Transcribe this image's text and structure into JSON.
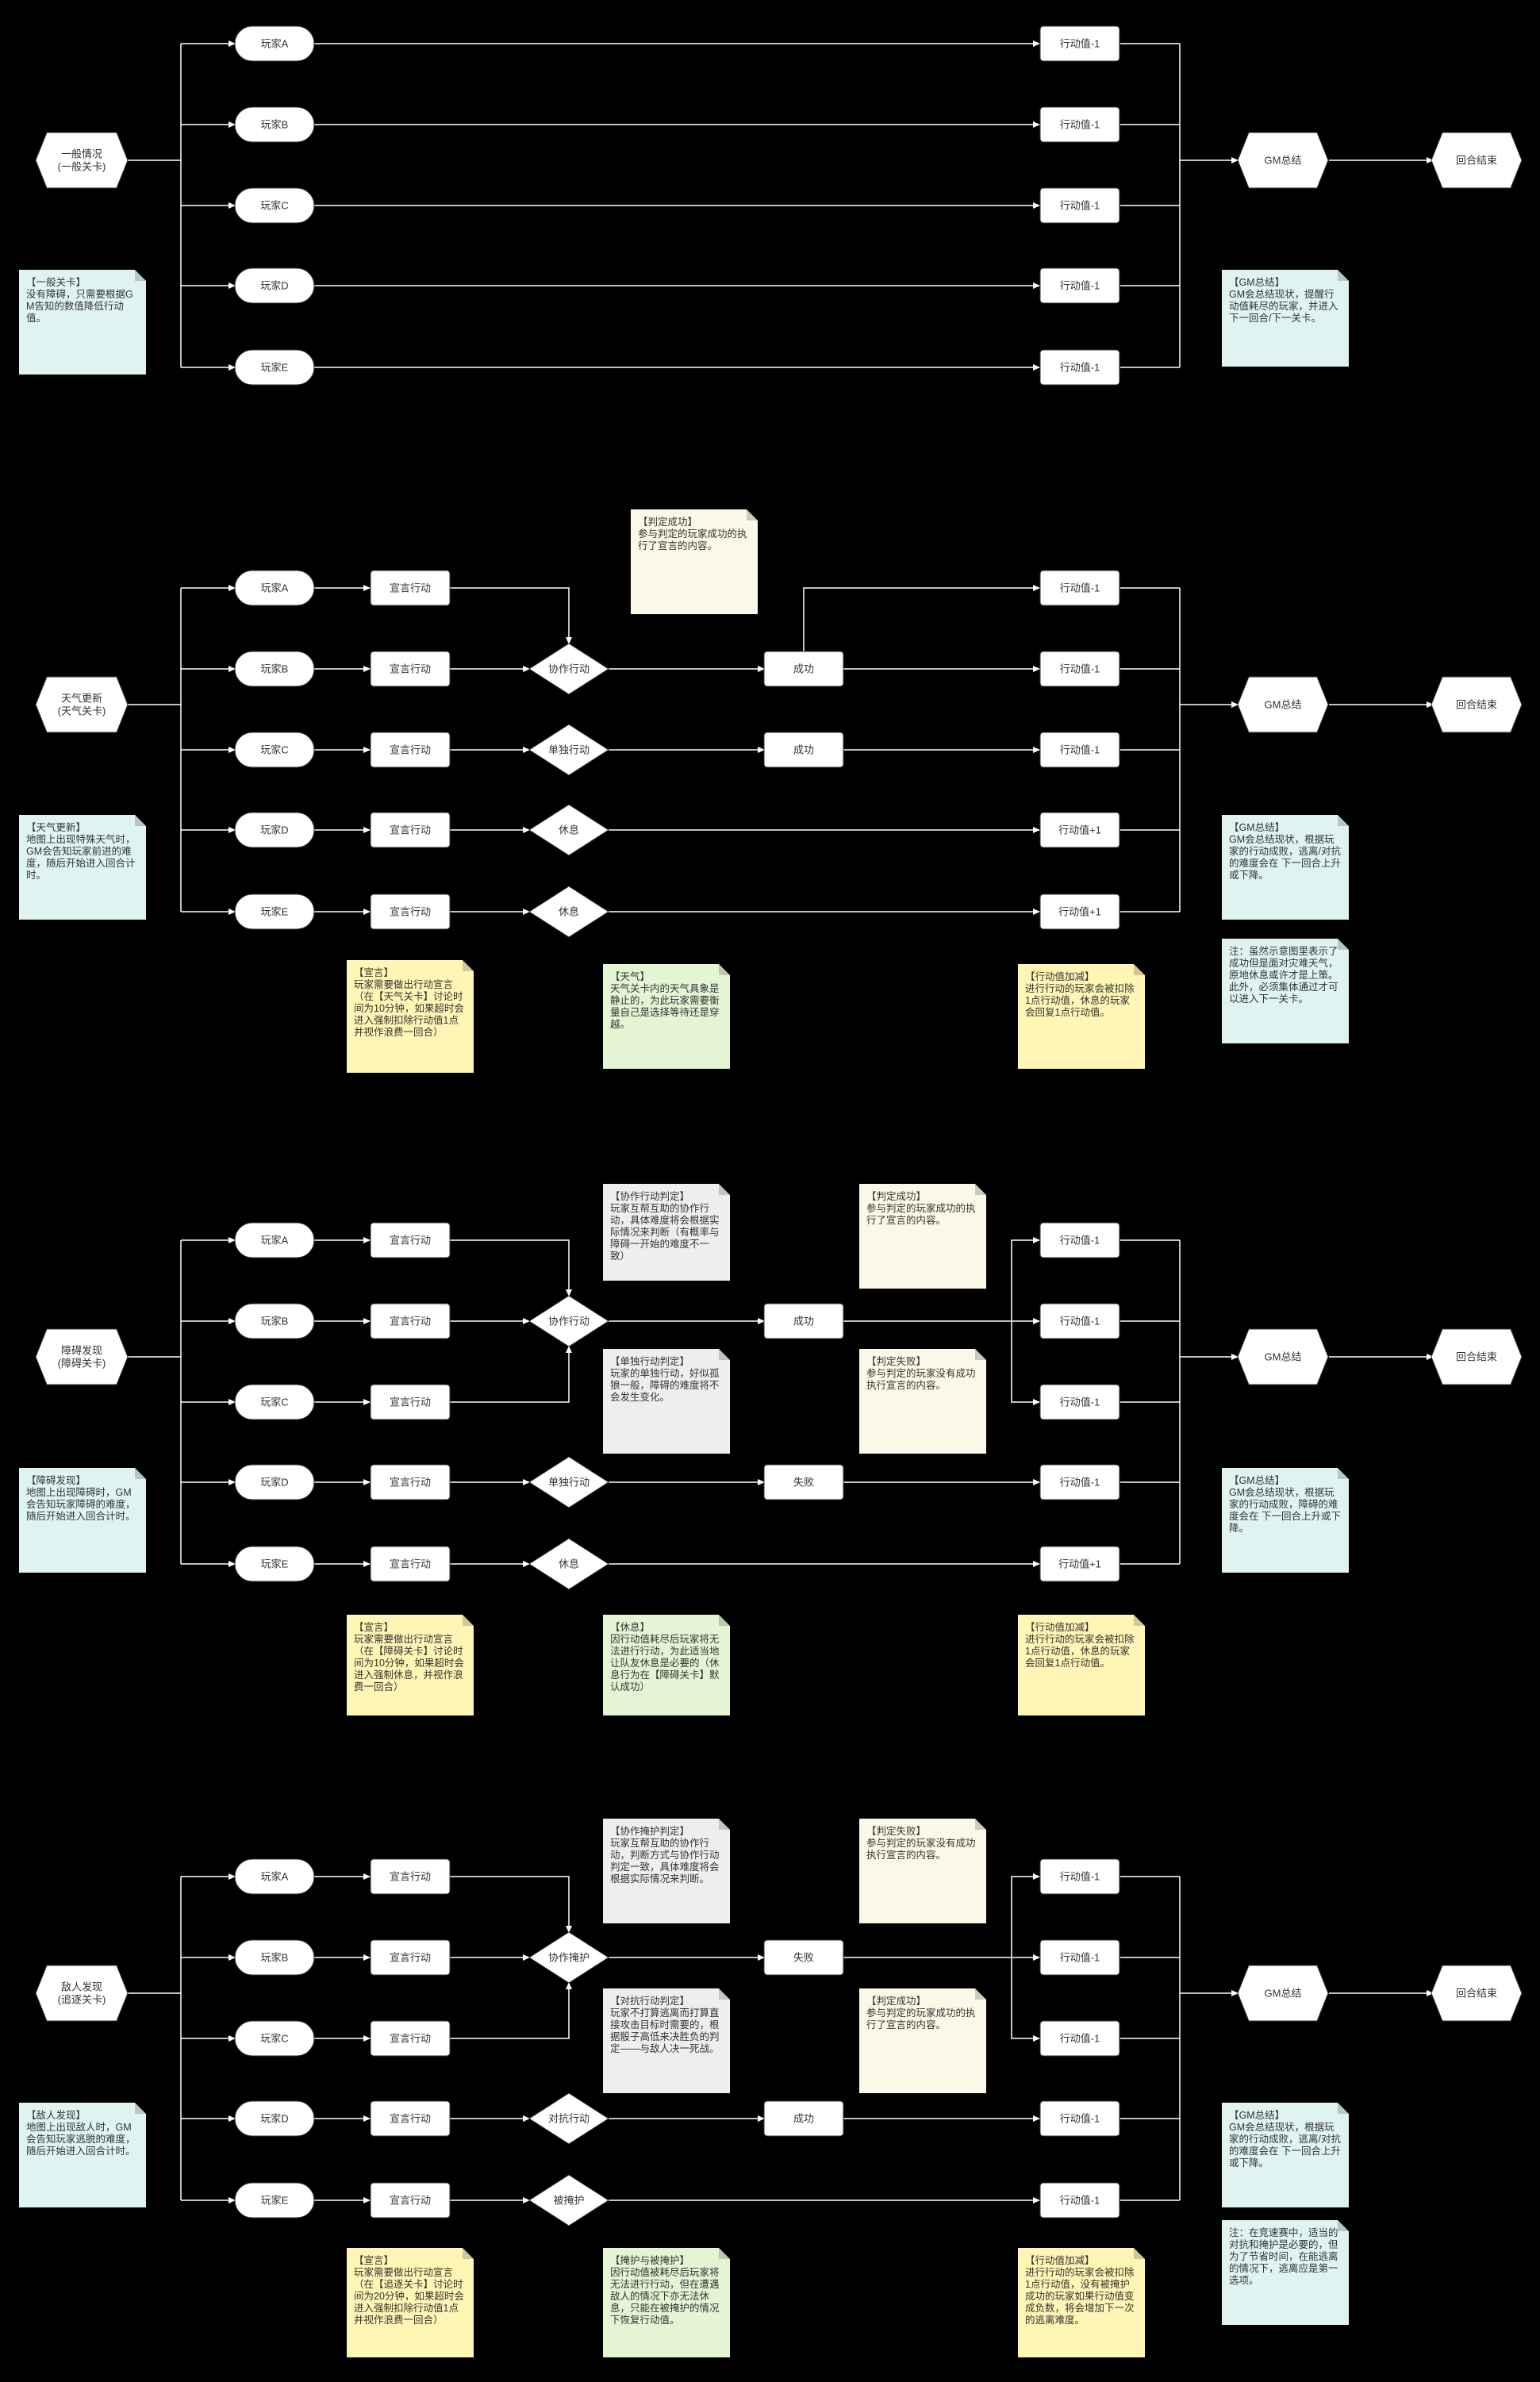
{
  "sections": [
    {
      "start": {
        "label": "一般情况\n(一般关卡)"
      },
      "players": [
        "玩家A",
        "玩家B",
        "玩家C",
        "玩家D",
        "玩家E"
      ],
      "declares": [],
      "actions": [],
      "results": [],
      "values": [
        "行动值-1",
        "行动值-1",
        "行动值-1",
        "行动值-1",
        "行动值-1"
      ],
      "gm": "GM总结",
      "end": "回合结束",
      "notes": [
        {
          "text": "【一般关卡】\n没有障碍，只需要根据GM告知的数值降低行动值。",
          "color": "blue"
        },
        {
          "text": "【GM总结】\nGM会总结现状，提醒行动值耗尽的玩家，并进入下一回合/下一关卡。",
          "color": "blue"
        }
      ]
    },
    {
      "start": {
        "label": "天气更新\n(天气关卡)"
      },
      "players": [
        "玩家A",
        "玩家B",
        "玩家C",
        "玩家D",
        "玩家E"
      ],
      "declares": [
        "宣言行动",
        "宣言行动",
        "宣言行动",
        "宣言行动",
        "宣言行动"
      ],
      "actions": [
        "协作行动",
        "单独行动",
        "休息",
        "休息"
      ],
      "results": [
        "成功",
        "成功"
      ],
      "values": [
        "行动值-1",
        "行动值-1",
        "行动值-1",
        "行动值+1",
        "行动值+1"
      ],
      "gm": "GM总结",
      "end": "回合结束",
      "notes": [
        {
          "text": "【判定成功】\n参与判定的玩家成功的执行了宣言的内容。",
          "color": "cream"
        },
        {
          "text": "【天气更新】\n地图上出现特殊天气时，GM会告知玩家前进的难度，随后开始进入回合计时。",
          "color": "blue"
        },
        {
          "text": "【宣言】\n玩家需要做出行动宣言（在【天气关卡】讨论时间为10分钟，如果超时会进入强制扣除行动值1点并视作浪费一回合）",
          "color": "yellow"
        },
        {
          "text": "【天气】\n天气关卡内的天气具象是静止的，为此玩家需要衡量自己是选择等待还是穿越。",
          "color": "green"
        },
        {
          "text": "【行动值加减】\n进行行动的玩家会被扣除1点行动值，休息的玩家会回复1点行动值。",
          "color": "yellow"
        },
        {
          "text": "【GM总结】\nGM会总结现状，根据玩家的行动成败，逃离/对抗的难度会在 下一回合上升或下降。",
          "color": "blue"
        },
        {
          "text": "注：虽然示意图里表示了成功但是面对灾难天气，原地休息或许才是上策。此外，必须集体通过才可以进入下一关卡。",
          "color": "blue"
        }
      ]
    },
    {
      "start": {
        "label": "障碍发现\n(障碍关卡)"
      },
      "players": [
        "玩家A",
        "玩家B",
        "玩家C",
        "玩家D",
        "玩家E"
      ],
      "declares": [
        "宣言行动",
        "宣言行动",
        "宣言行动",
        "宣言行动",
        "宣言行动"
      ],
      "actions": [
        "协作行动",
        "单独行动",
        "休息"
      ],
      "results": [
        "成功",
        "失败"
      ],
      "values": [
        "行动值-1",
        "行动值-1",
        "行动值-1",
        "行动值-1",
        "行动值+1"
      ],
      "gm": "GM总结",
      "end": "回合结束",
      "notes": [
        {
          "text": "【协作行动判定】\n玩家互帮互助的协作行动，具体难度将会根据实际情况来判断（有概率与障碍一开始的难度不一致）",
          "color": "grey"
        },
        {
          "text": "【判定成功】\n参与判定的玩家成功的执行了宣言的内容。",
          "color": "cream"
        },
        {
          "text": "【单独行动判定】\n玩家的单独行动，好似孤狼一般，障碍的难度将不会发生变化。",
          "color": "grey"
        },
        {
          "text": "【判定失败】\n参与判定的玩家没有成功执行宣言的内容。",
          "color": "cream"
        },
        {
          "text": "【障碍发现】\n地图上出现障碍时，GM会告知玩家障碍的难度，随后开始进入回合计时。",
          "color": "blue"
        },
        {
          "text": "【GM总结】\nGM会总结现状，根据玩家的行动成败，障碍的难度会在 下一回合上升或下降。",
          "color": "blue"
        },
        {
          "text": "【宣言】\n玩家需要做出行动宣言（在【障碍关卡】讨论时间为10分钟，如果超时会进入强制休息，并视作浪费一回合）",
          "color": "yellow"
        },
        {
          "text": "【休息】\n因行动值耗尽后玩家将无法进行行动，为此适当地让队友休息是必要的（休息行为在【障碍关卡】默认成功）",
          "color": "green"
        },
        {
          "text": "【行动值加减】\n进行行动的玩家会被扣除1点行动值，休息的玩家会回复1点行动值。",
          "color": "yellow"
        }
      ]
    },
    {
      "start": {
        "label": "敌人发现\n(追逐关卡)"
      },
      "players": [
        "玩家A",
        "玩家B",
        "玩家C",
        "玩家D",
        "玩家E"
      ],
      "declares": [
        "宣言行动",
        "宣言行动",
        "宣言行动",
        "宣言行动",
        "宣言行动"
      ],
      "actions": [
        "协作掩护",
        "对抗行动",
        "被掩护"
      ],
      "results": [
        "失败",
        "成功"
      ],
      "values": [
        "行动值-1",
        "行动值-1",
        "行动值-1",
        "行动值-1",
        "行动值-1"
      ],
      "gm": "GM总结",
      "end": "回合结束",
      "notes": [
        {
          "text": "【协作掩护判定】\n玩家互帮互助的协作行动，判断方式与协作行动判定一致，具体难度将会根据实际情况来判断。",
          "color": "grey"
        },
        {
          "text": "【判定失败】\n参与判定的玩家没有成功执行宣言的内容。",
          "color": "cream"
        },
        {
          "text": "【对抗行动判定】\n玩家不打算逃离而打算直接攻击目标时需要的，根据骰子高低来决胜负的判定——与敌人决一死战。",
          "color": "grey"
        },
        {
          "text": "【判定成功】\n参与判定的玩家成功的执行了宣言的内容。",
          "color": "cream"
        },
        {
          "text": "【敌人发现】\n地图上出现敌人时，GM会告知玩家逃脱的难度，随后开始进入回合计时。",
          "color": "blue"
        },
        {
          "text": "【GM总结】\nGM会总结现状，根据玩家的行动成败，逃离/对抗的难度会在 下一回合上升或下降。",
          "color": "blue"
        },
        {
          "text": "注：在竞速赛中，适当的对抗和掩护是必要的，但为了节省时间，在能逃离的情况下，逃离应是第一选项。",
          "color": "blue"
        },
        {
          "text": "【宣言】\n玩家需要做出行动宣言（在【追逐关卡】讨论时间为20分钟，如果超时会进入强制扣除行动值1点并视作浪费一回合）",
          "color": "yellow"
        },
        {
          "text": "【掩护与被掩护】\n因行动值被耗尽后玩家将无法进行行动，但在遭遇敌人的情况下亦无法休息，只能在被掩护的情况下恢复行动值。",
          "color": "green"
        },
        {
          "text": "【行动值加减】\n进行行动的玩家会被扣除1点行动值，没有被掩护成功的玩家如果行动值变成负数，将会增加下一次的逃离难度。",
          "color": "yellow"
        }
      ]
    }
  ]
}
